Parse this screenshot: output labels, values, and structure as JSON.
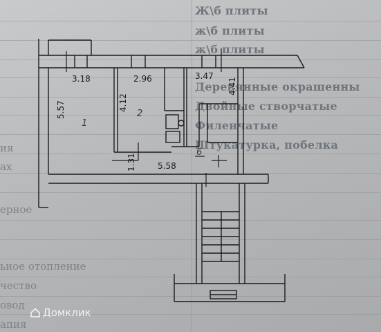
{
  "form": {
    "right_column": [
      "Ж\\б плиты",
      "ж\\б плиты",
      "ж\\б плиты",
      "Деревянные окрашенны",
      "Двойные створчатые",
      "Филенчатые",
      "Штукатурка, побелка"
    ],
    "left_column": [
      "ия",
      "ах",
      "ерное",
      "ьное отопление",
      "чество",
      "овод",
      "апия"
    ]
  },
  "plan": {
    "dimensions": {
      "room1_width": "3.18",
      "room2_width": "2.96",
      "room3_width": "3.47",
      "hall_length": "5.58",
      "room1_depth": "5.57",
      "room2_depth": "4.12",
      "room3_depth": "4.41",
      "hall_depth": "1.31"
    },
    "room_numbers": [
      "1",
      "2",
      "6"
    ]
  },
  "watermark": {
    "text": "Домклик",
    "color": "#ffffff"
  }
}
